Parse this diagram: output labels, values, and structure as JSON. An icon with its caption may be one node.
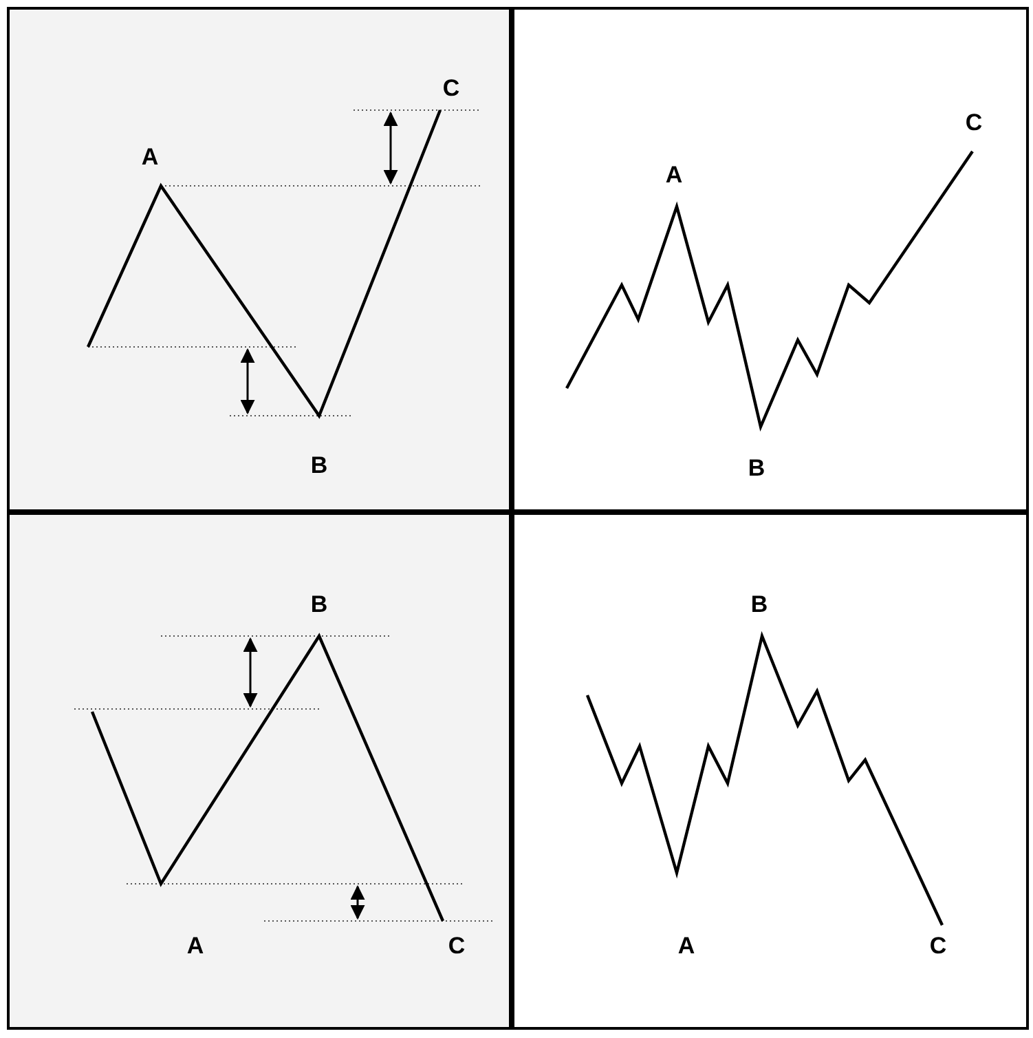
{
  "diagram": {
    "nodes": [
      {
        "text": [
          "C",
          "A",
          "B"
        ]
      },
      {
        "text": [
          "C",
          "A",
          "B"
        ]
      },
      {
        "text": [
          "B",
          "A",
          "C"
        ]
      },
      {
        "text": [
          "B",
          "A",
          "C"
        ]
      }
    ],
    "edges": []
  }
}
